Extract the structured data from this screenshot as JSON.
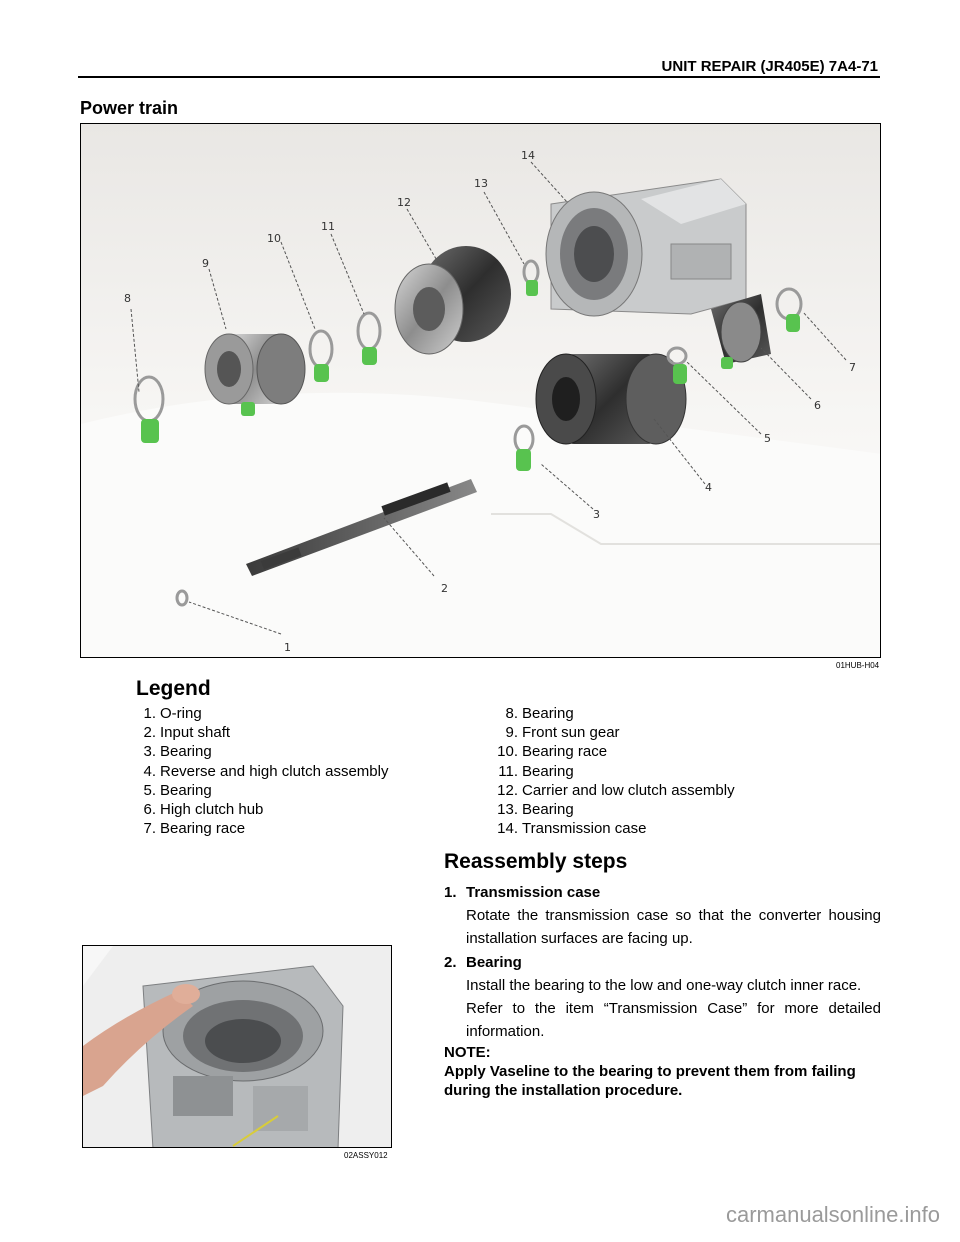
{
  "header": {
    "text": "UNIT REPAIR (JR405E)  7A4-71"
  },
  "section_title": "Power train",
  "figure_main": {
    "code": "01HUB-H04",
    "callouts": [
      "1",
      "2",
      "3",
      "4",
      "5",
      "6",
      "7",
      "8",
      "9",
      "10",
      "11",
      "12",
      "13",
      "14"
    ]
  },
  "legend": {
    "title": "Legend",
    "left": [
      {
        "num": "1.",
        "label": "O-ring"
      },
      {
        "num": "2.",
        "label": "Input shaft"
      },
      {
        "num": "3.",
        "label": "Bearing"
      },
      {
        "num": "4.",
        "label": "Reverse and high clutch assembly"
      },
      {
        "num": "5.",
        "label": "Bearing"
      },
      {
        "num": "6.",
        "label": "High clutch hub"
      },
      {
        "num": "7.",
        "label": "Bearing race"
      }
    ],
    "right": [
      {
        "num": "8.",
        "label": "Bearing"
      },
      {
        "num": "9.",
        "label": "Front sun gear"
      },
      {
        "num": "10.",
        "label": "Bearing race"
      },
      {
        "num": "11.",
        "label": "Bearing"
      },
      {
        "num": "12.",
        "label": "Carrier and low clutch assembly"
      },
      {
        "num": "13.",
        "label": "Bearing"
      },
      {
        "num": "14.",
        "label": "Transmission case"
      }
    ]
  },
  "reassembly": {
    "title": "Reassembly steps",
    "steps": [
      {
        "num": "1.",
        "title": "Transmission case",
        "text": [
          "Rotate the transmission case so that the converter housing installation surfaces are facing up."
        ]
      },
      {
        "num": "2.",
        "title": "Bearing",
        "text": [
          "Install the bearing to the low and one-way clutch inner race.",
          "Refer to the item “Transmission Case” for more detailed information."
        ]
      }
    ],
    "note_label": "NOTE:",
    "note_text": "Apply Vaseline to the bearing to prevent them from failing during the installation procedure."
  },
  "figure_small": {
    "code": "02ASSY012"
  },
  "watermark": "carmanualsonline.info"
}
